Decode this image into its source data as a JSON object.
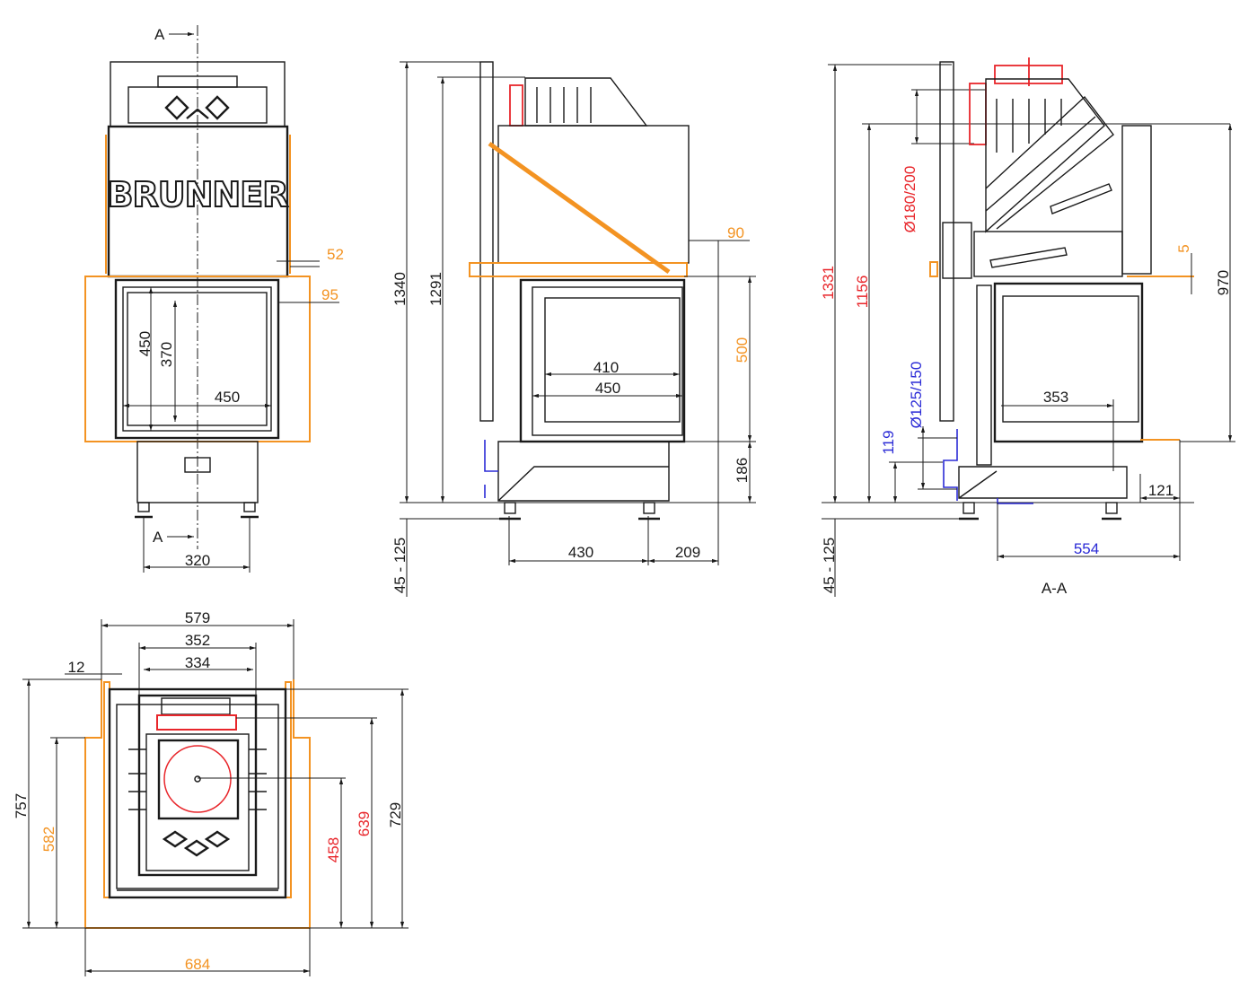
{
  "colors": {
    "line": "#1a1a1a",
    "clearance": "#f39322",
    "flue": "#e8262b",
    "air": "#2b2bd6"
  },
  "front_view": {
    "section_marker_top": "A",
    "section_marker_bottom": "A",
    "logo": "BRUNNER",
    "dims": {
      "side_strip": "52",
      "side_offset": "95",
      "opening_height": "450",
      "glass_height": "370",
      "opening_width": "450",
      "feet_spacing": "320"
    }
  },
  "side_view": {
    "dims": {
      "total_height": "1340",
      "flue_height": "1291",
      "top_offset": "90",
      "opening_height": "500",
      "glass_width": "410",
      "opening_width": "450",
      "base_height": "186",
      "depth_feet": "430",
      "front_overhang": "209",
      "feet_adjust": "45 - 125"
    }
  },
  "section_view": {
    "title": "A-A",
    "dims": {
      "total_height": "1331",
      "flue_center_height": "1156",
      "flue_diameter": "Ø180/200",
      "gap": "5",
      "frame_height": "970",
      "air_diameter": "Ø125/150",
      "air_height": "119",
      "firebox_depth": "353",
      "front_depth": "121",
      "air_depth": "554",
      "feet_adjust": "45 - 125"
    }
  },
  "plan_view": {
    "dims": {
      "outer_width": "579",
      "inner_width": "352",
      "glass_width": "334",
      "strip": "12",
      "total_depth": "757",
      "niche_depth": "582",
      "flue_center_depth": "458",
      "flue_back_depth": "639",
      "body_depth": "729",
      "niche_width": "684"
    }
  }
}
